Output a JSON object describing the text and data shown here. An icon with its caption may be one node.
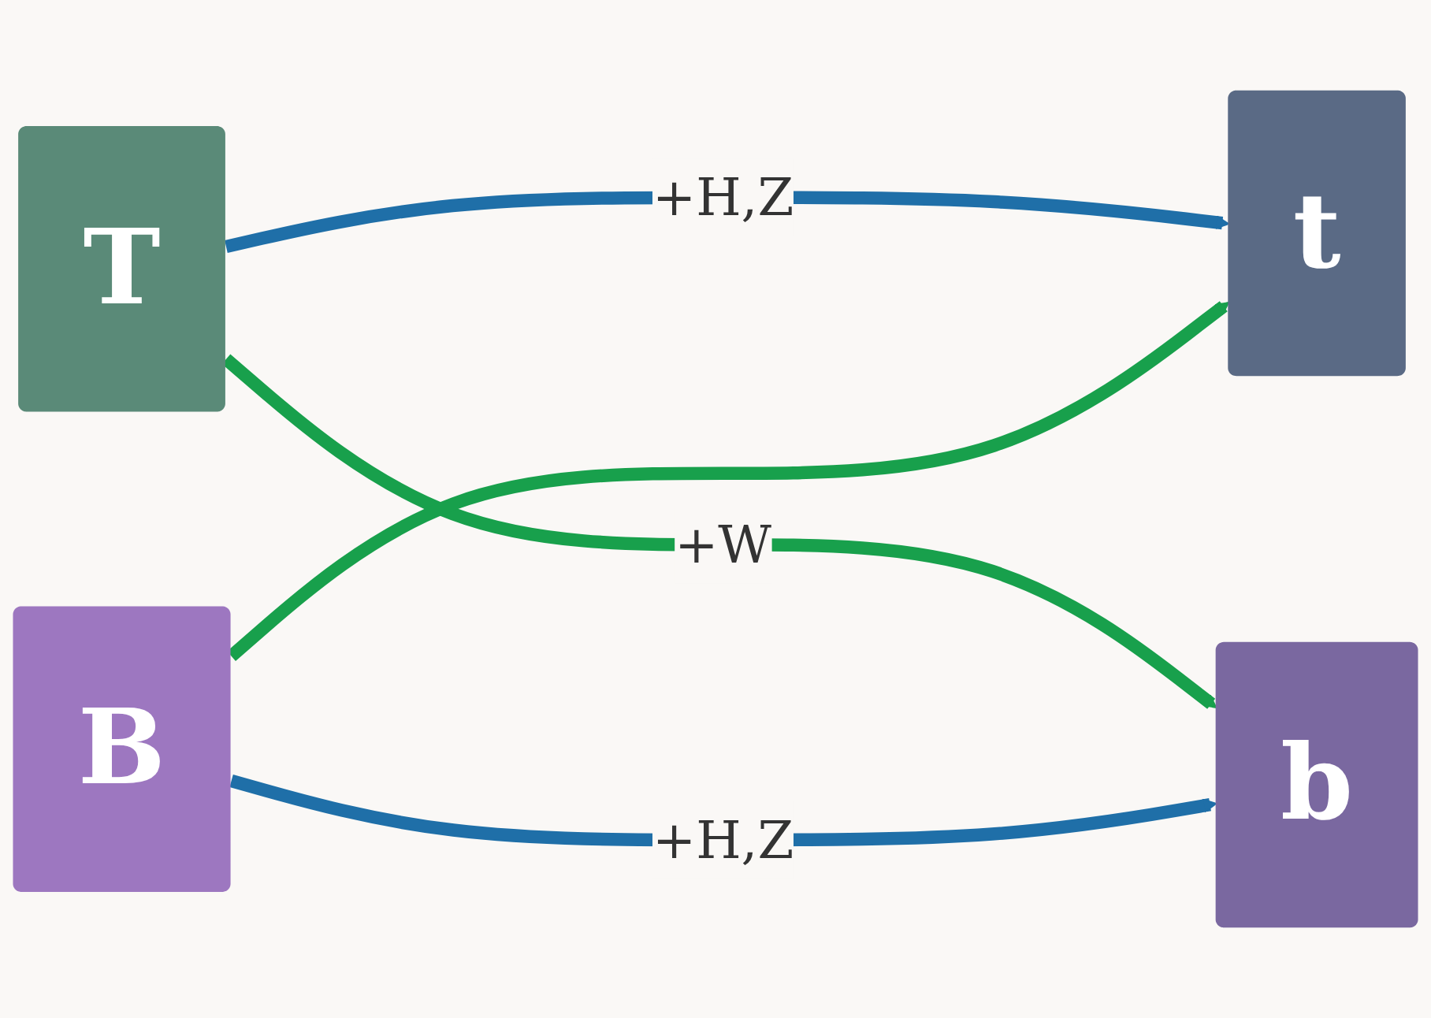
{
  "diagram": {
    "nodes": [
      {
        "text": [
          "T"
        ]
      },
      {
        "text": [
          "t"
        ]
      },
      {
        "text": [
          "B"
        ]
      },
      {
        "text": [
          "b"
        ]
      }
    ],
    "edges": [
      {
        "from": 0,
        "to": 1,
        "arrow": "to",
        "label": "+H,Z",
        "color": "#1f6fa8"
      },
      {
        "from": 0,
        "to": 3,
        "arrow": "to",
        "label": "+W",
        "color": "#18a04c"
      },
      {
        "from": 2,
        "to": 1,
        "arrow": "to",
        "color": "#18a04c"
      },
      {
        "from": 2,
        "to": 3,
        "arrow": "to",
        "label": "+H,Z",
        "color": "#1f6fa8"
      }
    ]
  }
}
